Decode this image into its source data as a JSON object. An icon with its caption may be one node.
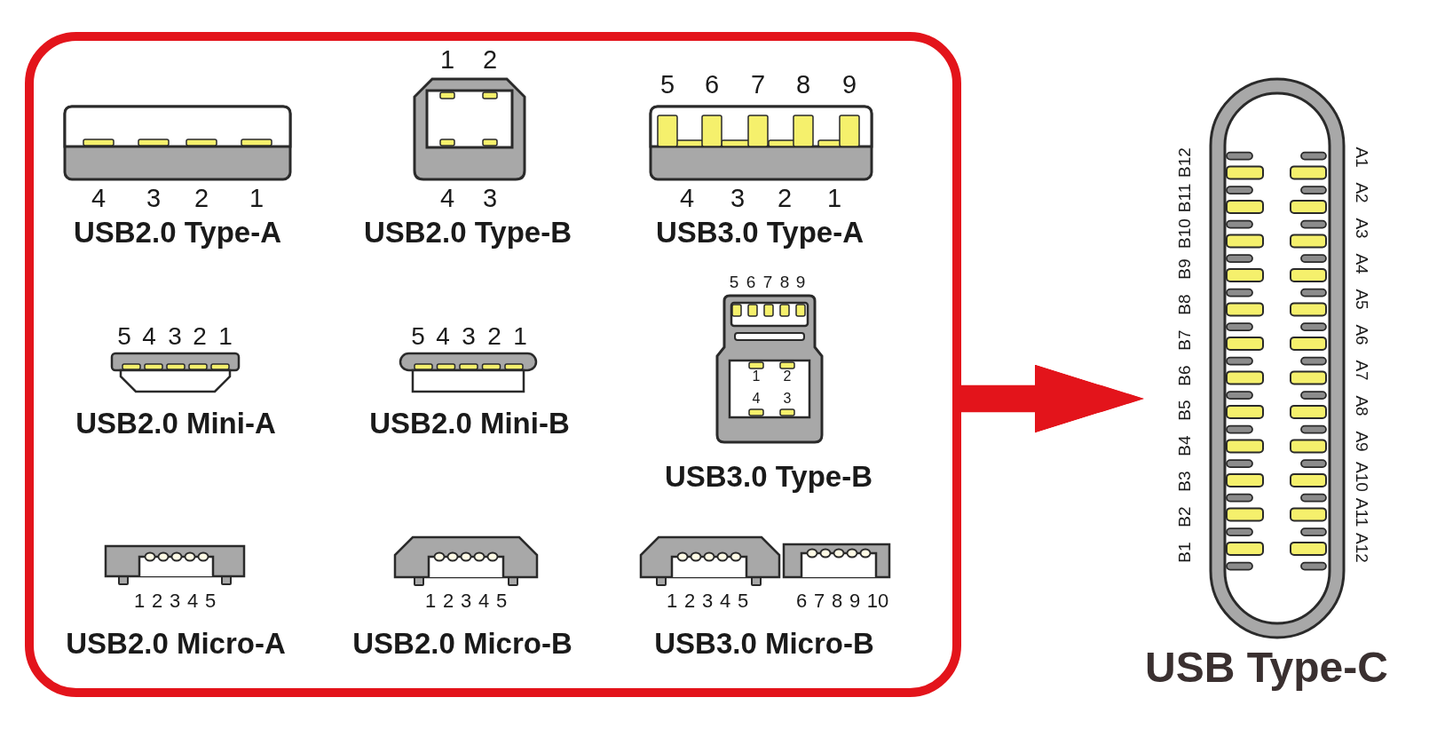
{
  "diagram": {
    "nodes": [
      {
        "text": [],
        "shape": "box"
      },
      {
        "text": [
          "USB2.0 Type-A"
        ],
        "beside": [
          "4",
          "3",
          "2",
          "1"
        ],
        "in": 0
      },
      {
        "text": [
          "USB2.0 Type-B"
        ],
        "beside": [
          "1",
          "2",
          "4",
          "3"
        ],
        "in": 0
      },
      {
        "text": [
          "USB3.0 Type-A"
        ],
        "beside": [
          "5",
          "6",
          "7",
          "8",
          "9",
          "4",
          "3",
          "2",
          "1"
        ],
        "in": 0
      },
      {
        "text": [
          "USB2.0 Mini-A"
        ],
        "beside": [
          "5",
          "4",
          "3",
          "2",
          "1"
        ],
        "in": 0
      },
      {
        "text": [
          "USB2.0 Mini-B"
        ],
        "beside": [
          "5",
          "4",
          "3",
          "2",
          "1"
        ],
        "in": 0
      },
      {
        "text": [
          "1",
          "2",
          "4",
          "3",
          "USB3.0 Type-B"
        ],
        "beside": [
          "5",
          "6",
          "7",
          "8",
          "9"
        ],
        "in": 0
      },
      {
        "text": [
          "USB2.0 Micro-A"
        ],
        "beside": [
          "1",
          "2",
          "3",
          "4",
          "5"
        ],
        "in": 0
      },
      {
        "text": [
          "USB2.0 Micro-B"
        ],
        "beside": [
          "1",
          "2",
          "3",
          "4",
          "5"
        ],
        "in": 0
      },
      {
        "text": [
          "1",
          "2",
          "3",
          "4",
          "5",
          "6",
          "7",
          "8",
          "9",
          "10",
          "USB3.0 Micro-B"
        ],
        "in": 0
      },
      {
        "text": [
          "USB Type-C"
        ],
        "beside": [
          "B1",
          "B2",
          "B3",
          "B4",
          "B5",
          "B6",
          "B7",
          "B8",
          "B9",
          "B10",
          "B11",
          "B12",
          "A1",
          "A2",
          "A3",
          "A4",
          "A5",
          "A6",
          "A7",
          "A8",
          "A9",
          "A10",
          "A11",
          "A12"
        ]
      }
    ],
    "edges": [
      {
        "from": 0,
        "to": 10,
        "arrow": "to"
      }
    ]
  }
}
